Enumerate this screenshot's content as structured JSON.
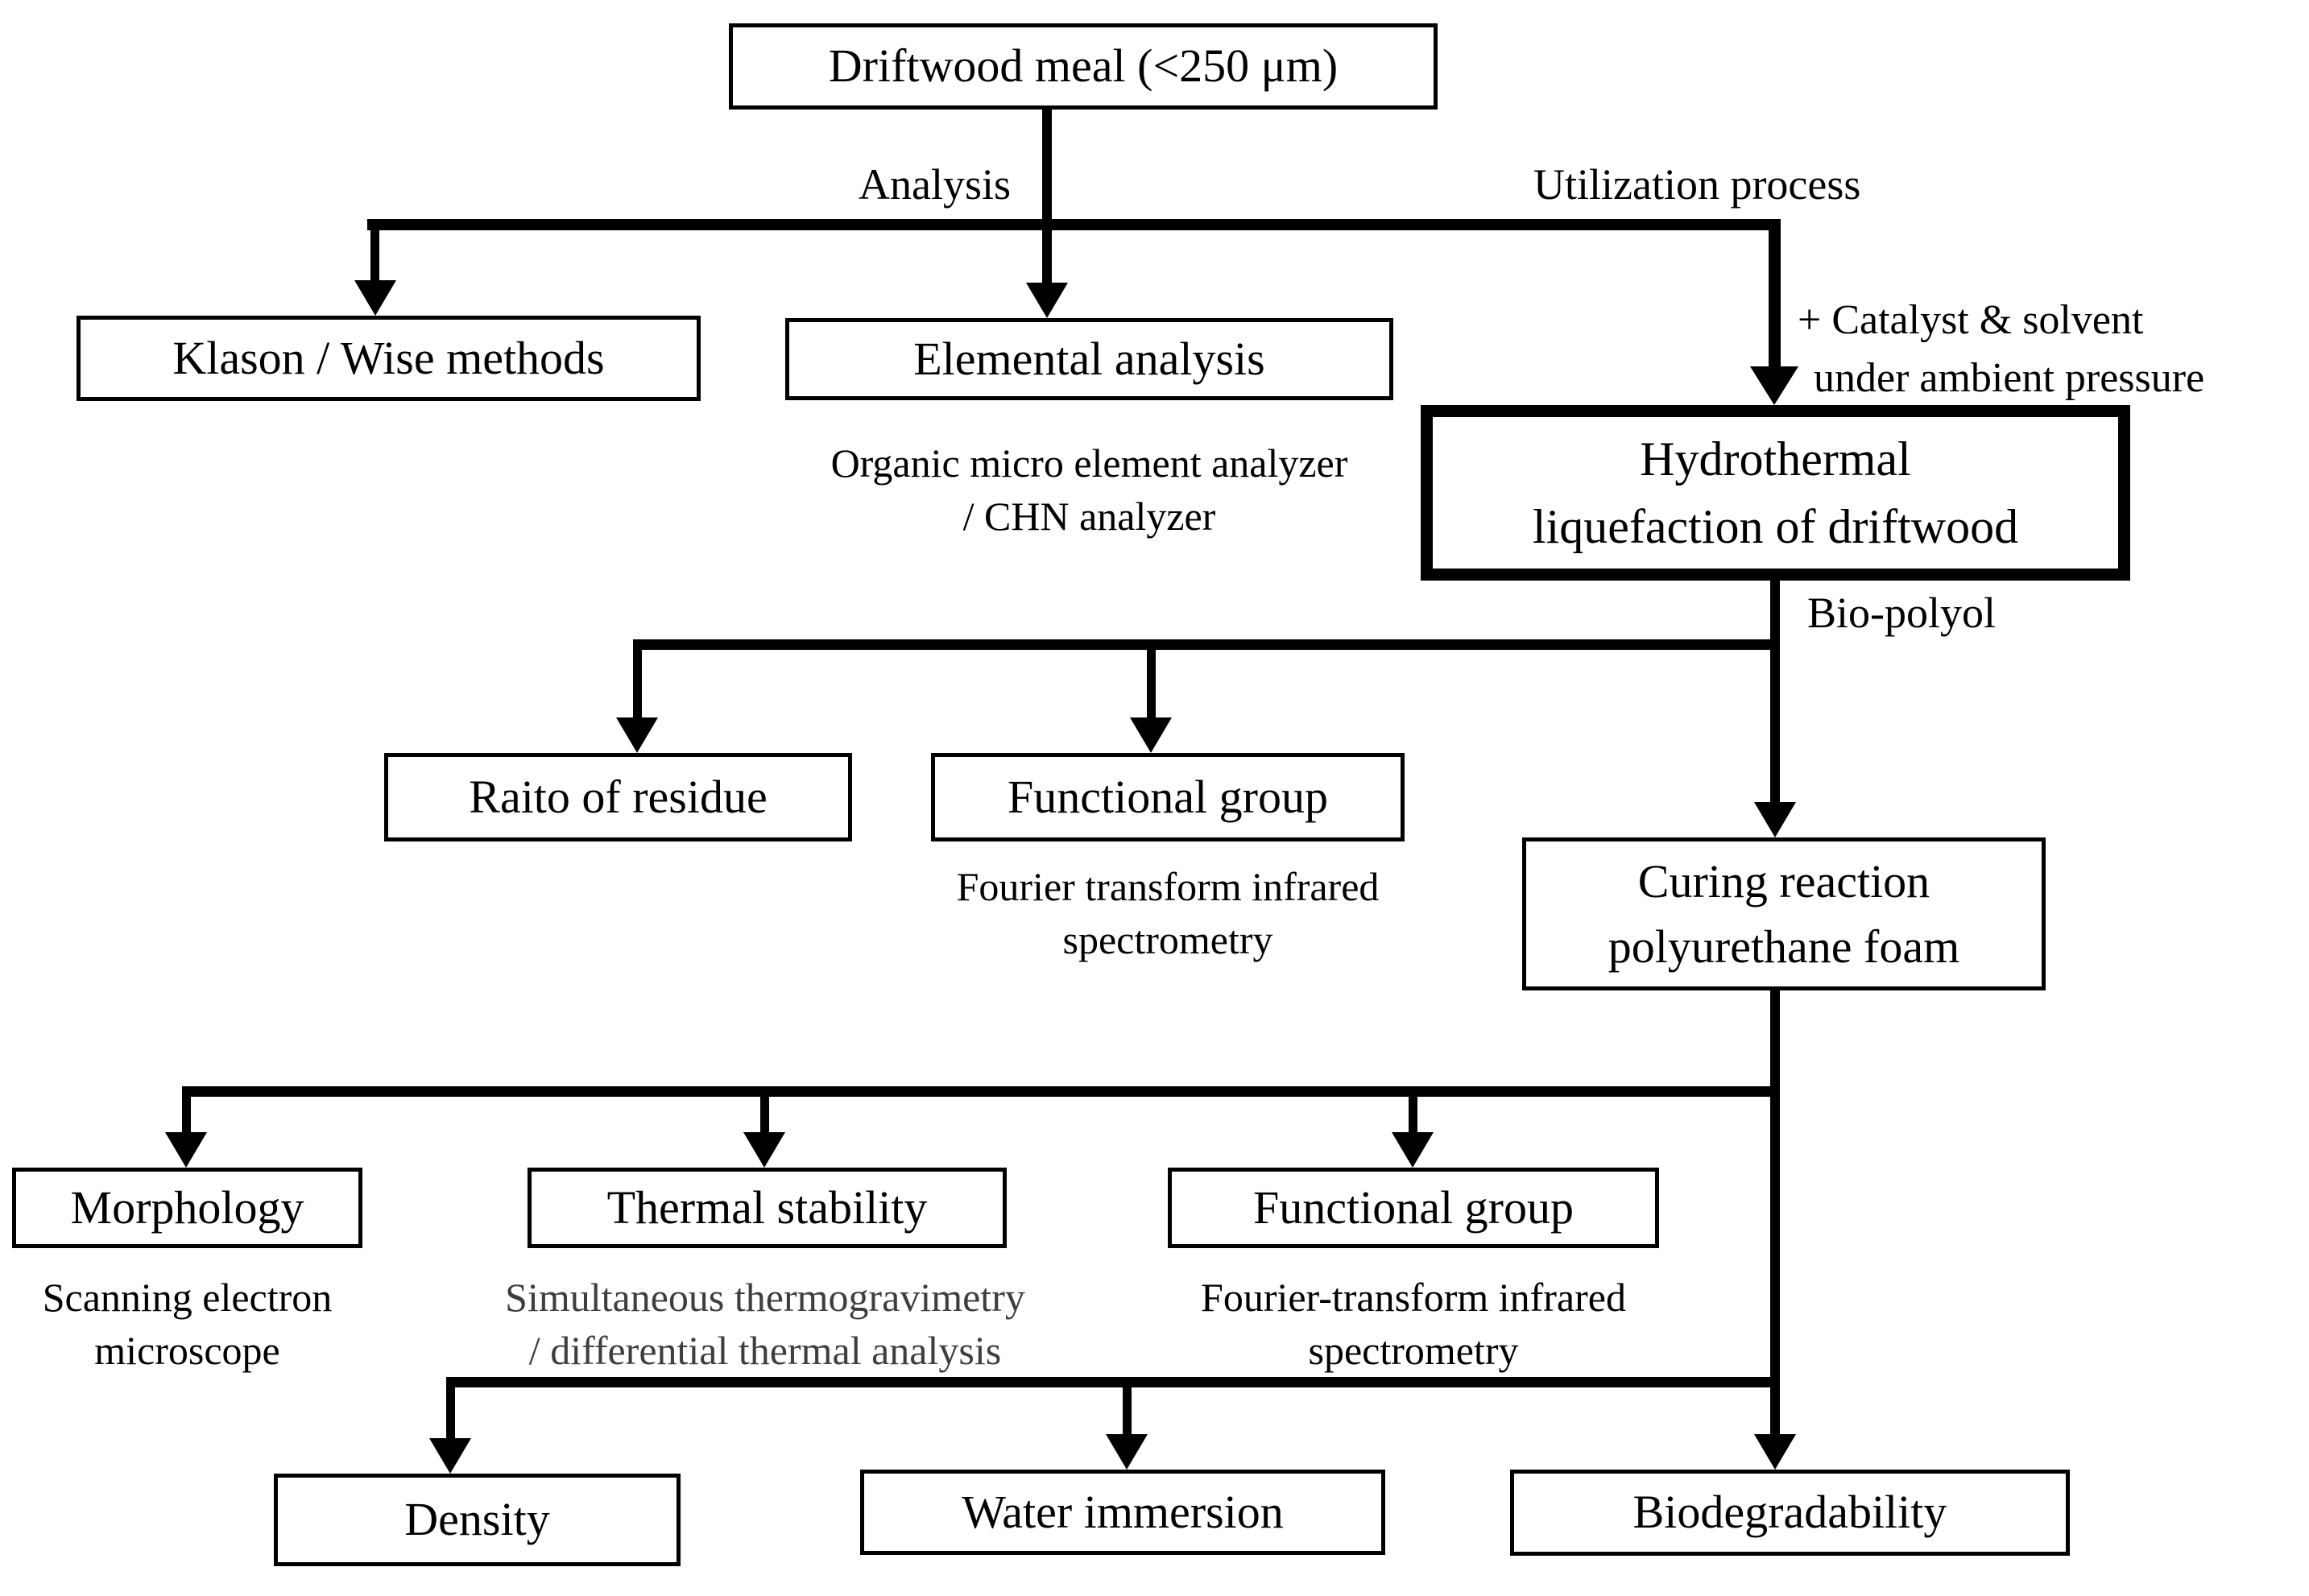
{
  "nodes": {
    "driftwood_meal": {
      "label": "Driftwood meal (<250 μm)"
    },
    "klason_wise": {
      "label": "Klason / Wise methods"
    },
    "elemental_analysis": {
      "label": "Elemental analysis"
    },
    "hydrothermal": {
      "line1": "Hydrothermal",
      "line2": "liquefaction of driftwood"
    },
    "raito_of_residue": {
      "label": "Raito of residue"
    },
    "functional_group_polyol": {
      "label": "Functional group"
    },
    "curing_reaction": {
      "line1": "Curing reaction",
      "line2": "polyurethane foam"
    },
    "morphology": {
      "label": "Morphology"
    },
    "thermal_stability": {
      "label": "Thermal stability"
    },
    "functional_group_foam": {
      "label": "Functional group"
    },
    "density": {
      "label": "Density"
    },
    "water_immersion": {
      "label": "Water immersion"
    },
    "biodegradability": {
      "label": "Biodegradability"
    }
  },
  "edge_labels": {
    "analysis": "Analysis",
    "utilization": "Utilization process",
    "catalyst_line1": "+ Catalyst & solvent",
    "catalyst_line2": "under ambient pressure",
    "bio_polyol": "Bio-polyol"
  },
  "notes": {
    "elemental_method": {
      "line1": "Organic micro element analyzer",
      "line2": "/ CHN analyzer"
    },
    "polyol_ftir": {
      "line1": "Fourier transform infrared",
      "line2": "spectrometry"
    },
    "morphology_method": {
      "line1": "Scanning electron",
      "line2": "microscope"
    },
    "thermal_method": {
      "line1": "Simultaneous thermogravimetry",
      "line2": "/ differential thermal analysis"
    },
    "foam_ftir": {
      "line1": "Fourier-transform infrared",
      "line2": "spectrometry"
    }
  },
  "colors": {
    "line": "#000000",
    "note_gray": "#3e3e3e",
    "background": "#ffffff"
  }
}
